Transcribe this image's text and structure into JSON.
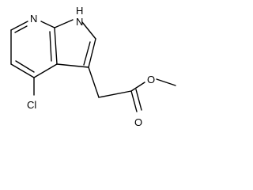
{
  "molecule": {
    "atoms": {
      "ring_n": "N",
      "nh": "H",
      "nh_n": "N",
      "chlorine": "Cl",
      "carbonyl_o": "O",
      "ester_o": "O"
    }
  }
}
